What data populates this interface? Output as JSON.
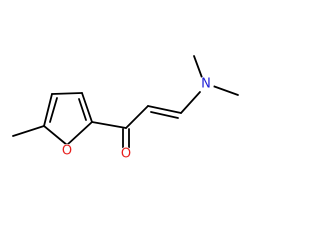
{
  "molecule": {
    "colors": {
      "bond": "#000000",
      "nitrogen": "#1f1fd6",
      "oxygen": "#e8201e",
      "background": "#ffffff"
    },
    "atoms": [
      {
        "id": "N1",
        "label": "N",
        "element": "nitrogen"
      },
      {
        "id": "O1",
        "label": "O",
        "element": "oxygen"
      },
      {
        "id": "O2",
        "label": "O",
        "element": "oxygen"
      }
    ]
  }
}
